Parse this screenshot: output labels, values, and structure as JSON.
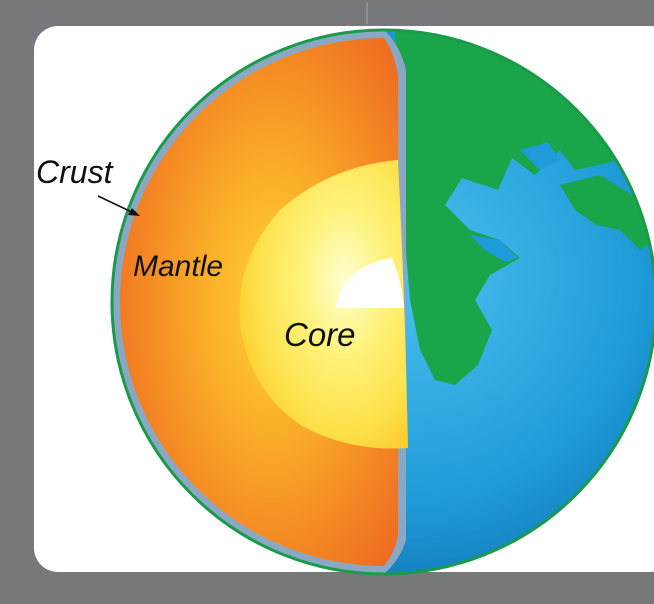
{
  "labels": {
    "crust": "Crust",
    "mantle": "Mantle",
    "core": "Core"
  },
  "colors": {
    "frame": "#77787b",
    "panel": "#ffffff",
    "ocean": "#1e9bd8",
    "land": "#1aa54b",
    "crust": "#8aa8c4",
    "mantle": "#f07a24",
    "outer_core": "#fde14a",
    "inner_core": "#ffffff",
    "label_text": "#111111"
  }
}
